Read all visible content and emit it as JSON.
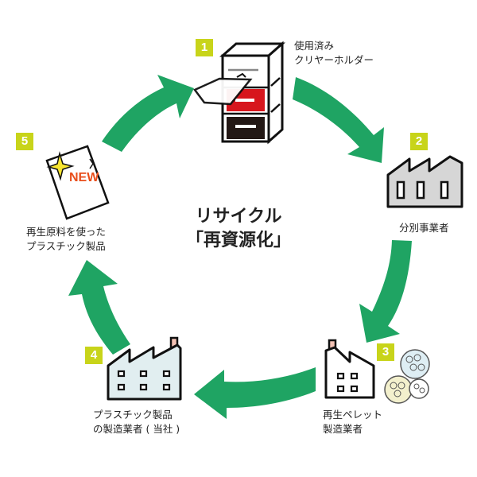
{
  "title": {
    "line1": "リサイクル",
    "line2": "「再資源化」"
  },
  "colors": {
    "arrow": "#1fa463",
    "badge": "#c8d41a",
    "badge_text": "#ffffff",
    "drawer_red": "#d7161d",
    "drawer_black": "#231815",
    "new_text": "#e94e1b",
    "sparkle": "#f7e531",
    "factory_gray": "#d6d6d6",
    "factory_light_blue": "#e1eef0",
    "chimney_pink": "#f3c2b4"
  },
  "steps": [
    {
      "number": "1",
      "icon": "cabinet-with-clear-folder-icon",
      "label_lines": [
        "使用済み",
        "クリヤーホルダー"
      ]
    },
    {
      "number": "2",
      "icon": "factory-gray-icon",
      "label_lines": [
        "分別事業者"
      ]
    },
    {
      "number": "3",
      "icon": "factory-with-pellets-icon",
      "label_lines": [
        "再生ペレット",
        "製造業者"
      ]
    },
    {
      "number": "4",
      "icon": "factory-light-blue-icon",
      "label_lines": [
        "プラスチック製品",
        "の製造業者 ( 当社 )"
      ]
    },
    {
      "number": "5",
      "icon": "new-clear-folder-icon",
      "label_lines": [
        "再生原料を使った",
        "プラスチック製品"
      ],
      "icon_text": "NEW"
    }
  ],
  "arrows": [
    {
      "from": "1",
      "to": "2"
    },
    {
      "from": "2",
      "to": "3"
    },
    {
      "from": "3",
      "to": "4"
    },
    {
      "from": "4",
      "to": "5"
    },
    {
      "from": "5",
      "to": "1"
    }
  ]
}
